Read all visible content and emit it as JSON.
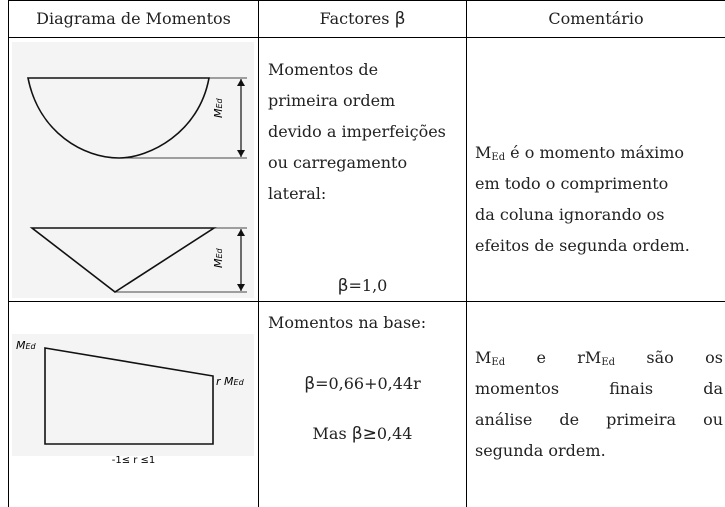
{
  "header": {
    "col1": "Diagrama de Momentos",
    "col2_prefix": "Factores ",
    "col2_symbol": "β",
    "col3": "Comentário"
  },
  "row1": {
    "factor_lines": [
      "Momentos de",
      "primeira ordem",
      "devido a imperfeições",
      "ou carregamento",
      "lateral:"
    ],
    "beta_symbol": "β",
    "beta_value": "=1,0",
    "diagram_label": "M",
    "diagram_label_sub": "Ed",
    "comment": {
      "m": "M",
      "m_sub": "Ed",
      "lines": [
        " é o momento máximo",
        "em todo o comprimento",
        "da coluna ignorando os",
        "efeitos de segunda ordem."
      ]
    }
  },
  "row2": {
    "factor_title": "Momentos na base:",
    "beta_symbol": "β",
    "beta_formula": "=0,66+0,44r",
    "mas_prefix": "Mas ",
    "mas_symbol": "β≥",
    "mas_value": "0,44",
    "diagram_top_label": "M",
    "diagram_top_sub": "Ed",
    "diagram_right_label": "r M",
    "diagram_right_sub": "Ed",
    "diagram_range": "-1≤ r ≤1",
    "comment": {
      "line1": [
        "M",
        "Ed",
        "e",
        "rM",
        "Ed",
        "são",
        "os"
      ],
      "line2": [
        "momentos",
        "finais",
        "da"
      ],
      "line3": [
        "análise",
        "de",
        "primeira",
        "ou"
      ],
      "line4": "segunda ordem."
    }
  }
}
